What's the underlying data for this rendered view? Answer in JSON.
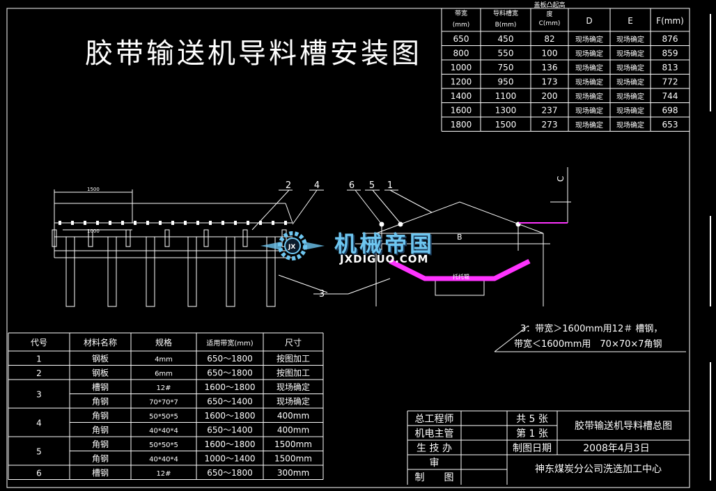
{
  "title": "胶带输送机导料槽安装图",
  "spec_table": {
    "headers": [
      "带宽\n(mm)",
      "导料槽宽\nB(mm)",
      "盖板凸起高\n度\nC(mm)",
      "D",
      "E",
      "F(mm)"
    ],
    "rows": [
      [
        "650",
        "450",
        "82",
        "现场确定",
        "现场确定",
        "876"
      ],
      [
        "800",
        "550",
        "100",
        "现场确定",
        "现场确定",
        "859"
      ],
      [
        "1000",
        "750",
        "136",
        "现场确定",
        "现场确定",
        "813"
      ],
      [
        "1200",
        "950",
        "173",
        "现场确定",
        "现场确定",
        "772"
      ],
      [
        "1400",
        "1100",
        "200",
        "现场确定",
        "现场确定",
        "744"
      ],
      [
        "1600",
        "1300",
        "237",
        "现场确定",
        "现场确定",
        "698"
      ],
      [
        "1800",
        "1500",
        "273",
        "现场确定",
        "现场确定",
        "653"
      ]
    ]
  },
  "drawing": {
    "dim_1500": "1500",
    "dim_1000": "1000",
    "callouts": [
      "2",
      "4",
      "6",
      "5",
      "1",
      "3"
    ],
    "label_c": "C",
    "label_b": "B",
    "label_idler": "托托辊"
  },
  "note": {
    "line1": "3：带宽＞1600mm用12＃ 槽钢，",
    "line2": "带宽＜1600mm用　70×70×7角钢"
  },
  "materials": {
    "headers": [
      "代号",
      "材料名称",
      "规格",
      "适用带宽(mm)",
      "尺寸"
    ],
    "rows": [
      {
        "code": "1",
        "items": [
          [
            "钢板",
            "4mm",
            "650～1800",
            "按图加工"
          ]
        ]
      },
      {
        "code": "2",
        "items": [
          [
            "钢板",
            "6mm",
            "650～1800",
            "按图加工"
          ]
        ]
      },
      {
        "code": "3",
        "items": [
          [
            "槽钢",
            "12#",
            "1600～1800",
            "现场确定"
          ],
          [
            "角钢",
            "70*70*7",
            "650～1400",
            "现场确定"
          ]
        ]
      },
      {
        "code": "4",
        "items": [
          [
            "角钢",
            "50*50*5",
            "1600～1800",
            "400mm"
          ],
          [
            "角钢",
            "40*40*4",
            "650～1400",
            "400mm"
          ]
        ]
      },
      {
        "code": "5",
        "items": [
          [
            "角钢",
            "50*50*5",
            "1600～1800",
            "1500mm"
          ],
          [
            "角钢",
            "40*40*4",
            "1000～1400",
            "1500mm"
          ]
        ]
      },
      {
        "code": "6",
        "items": [
          [
            "槽钢",
            "12#",
            "650～1800",
            "300mm"
          ]
        ]
      }
    ]
  },
  "title_block": {
    "roles": [
      "总工程师",
      "机电主管",
      "生 技 办",
      "审",
      "制　　图"
    ],
    "sheets_total": "共 5 张",
    "sheet_no": "第 1 张",
    "drawing_name": "胶带输送机导料槽总图",
    "date_label": "制图日期",
    "date": "2008年4月3日",
    "company": "神东煤炭分公司洗选加工中心"
  },
  "watermark": {
    "cn": "机械帝国",
    "en": "JXDIGUO.COM",
    "emblem": "JX"
  },
  "colors": {
    "line": "#ffffff",
    "belt": "#ff33ff",
    "watermark": "#6ec6f0",
    "background": "#000000"
  }
}
